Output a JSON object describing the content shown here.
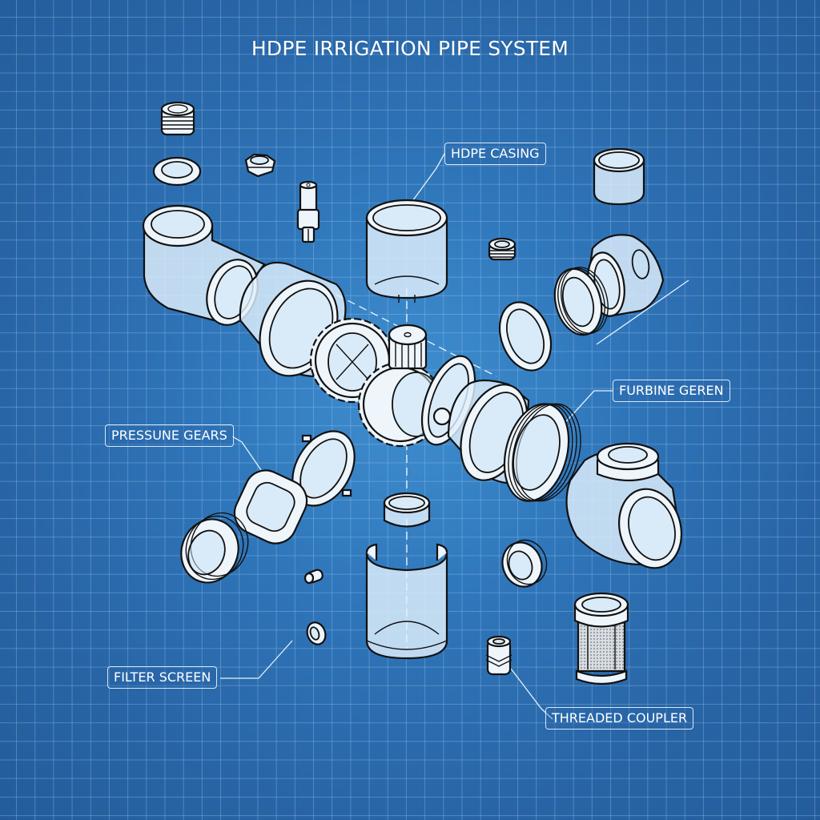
{
  "diagram": {
    "title": "HDPE IRRIGATION PIPE SYSTEM",
    "style": "blueprint exploded isometric view",
    "colors": {
      "background": "#2a66a6",
      "background_center": "#3f8fd0",
      "grid_line": "#8fb8e2",
      "part_fill": "#eef5fb",
      "outline": "#111111",
      "label_text": "#ffffff"
    },
    "callouts": [
      {
        "id": "hdpe-casing",
        "label": "HDPE CASING"
      },
      {
        "id": "furbine-geren",
        "label": "FURBINE GEREN"
      },
      {
        "id": "pressure-gears",
        "label": "PRESSUNE GEARS"
      },
      {
        "id": "filter-screen",
        "label": "FILTER SCREEN"
      },
      {
        "id": "threaded-coupler",
        "label": "THREADED COUPLER"
      }
    ],
    "parts": [
      "threaded-plug",
      "flat-washer",
      "hex-nut",
      "valve-stem",
      "elbow-fitting",
      "large-coupling-ring",
      "upper-casing-cylinder",
      "small-threaded-bushing",
      "end-cap",
      "side-port-sleeve",
      "threaded-ring",
      "o-ring-large",
      "gear-assembly",
      "turbine-rotor",
      "coupling-sleeve",
      "threaded-adapter",
      "tee-fitting",
      "locking-ring",
      "square-seal",
      "threaded-collar",
      "small-ring",
      "lower-casing-cylinder",
      "small-pin",
      "small-grommet",
      "threaded-washer",
      "hose-barb-connector",
      "mesh-filter-cartridge"
    ]
  }
}
